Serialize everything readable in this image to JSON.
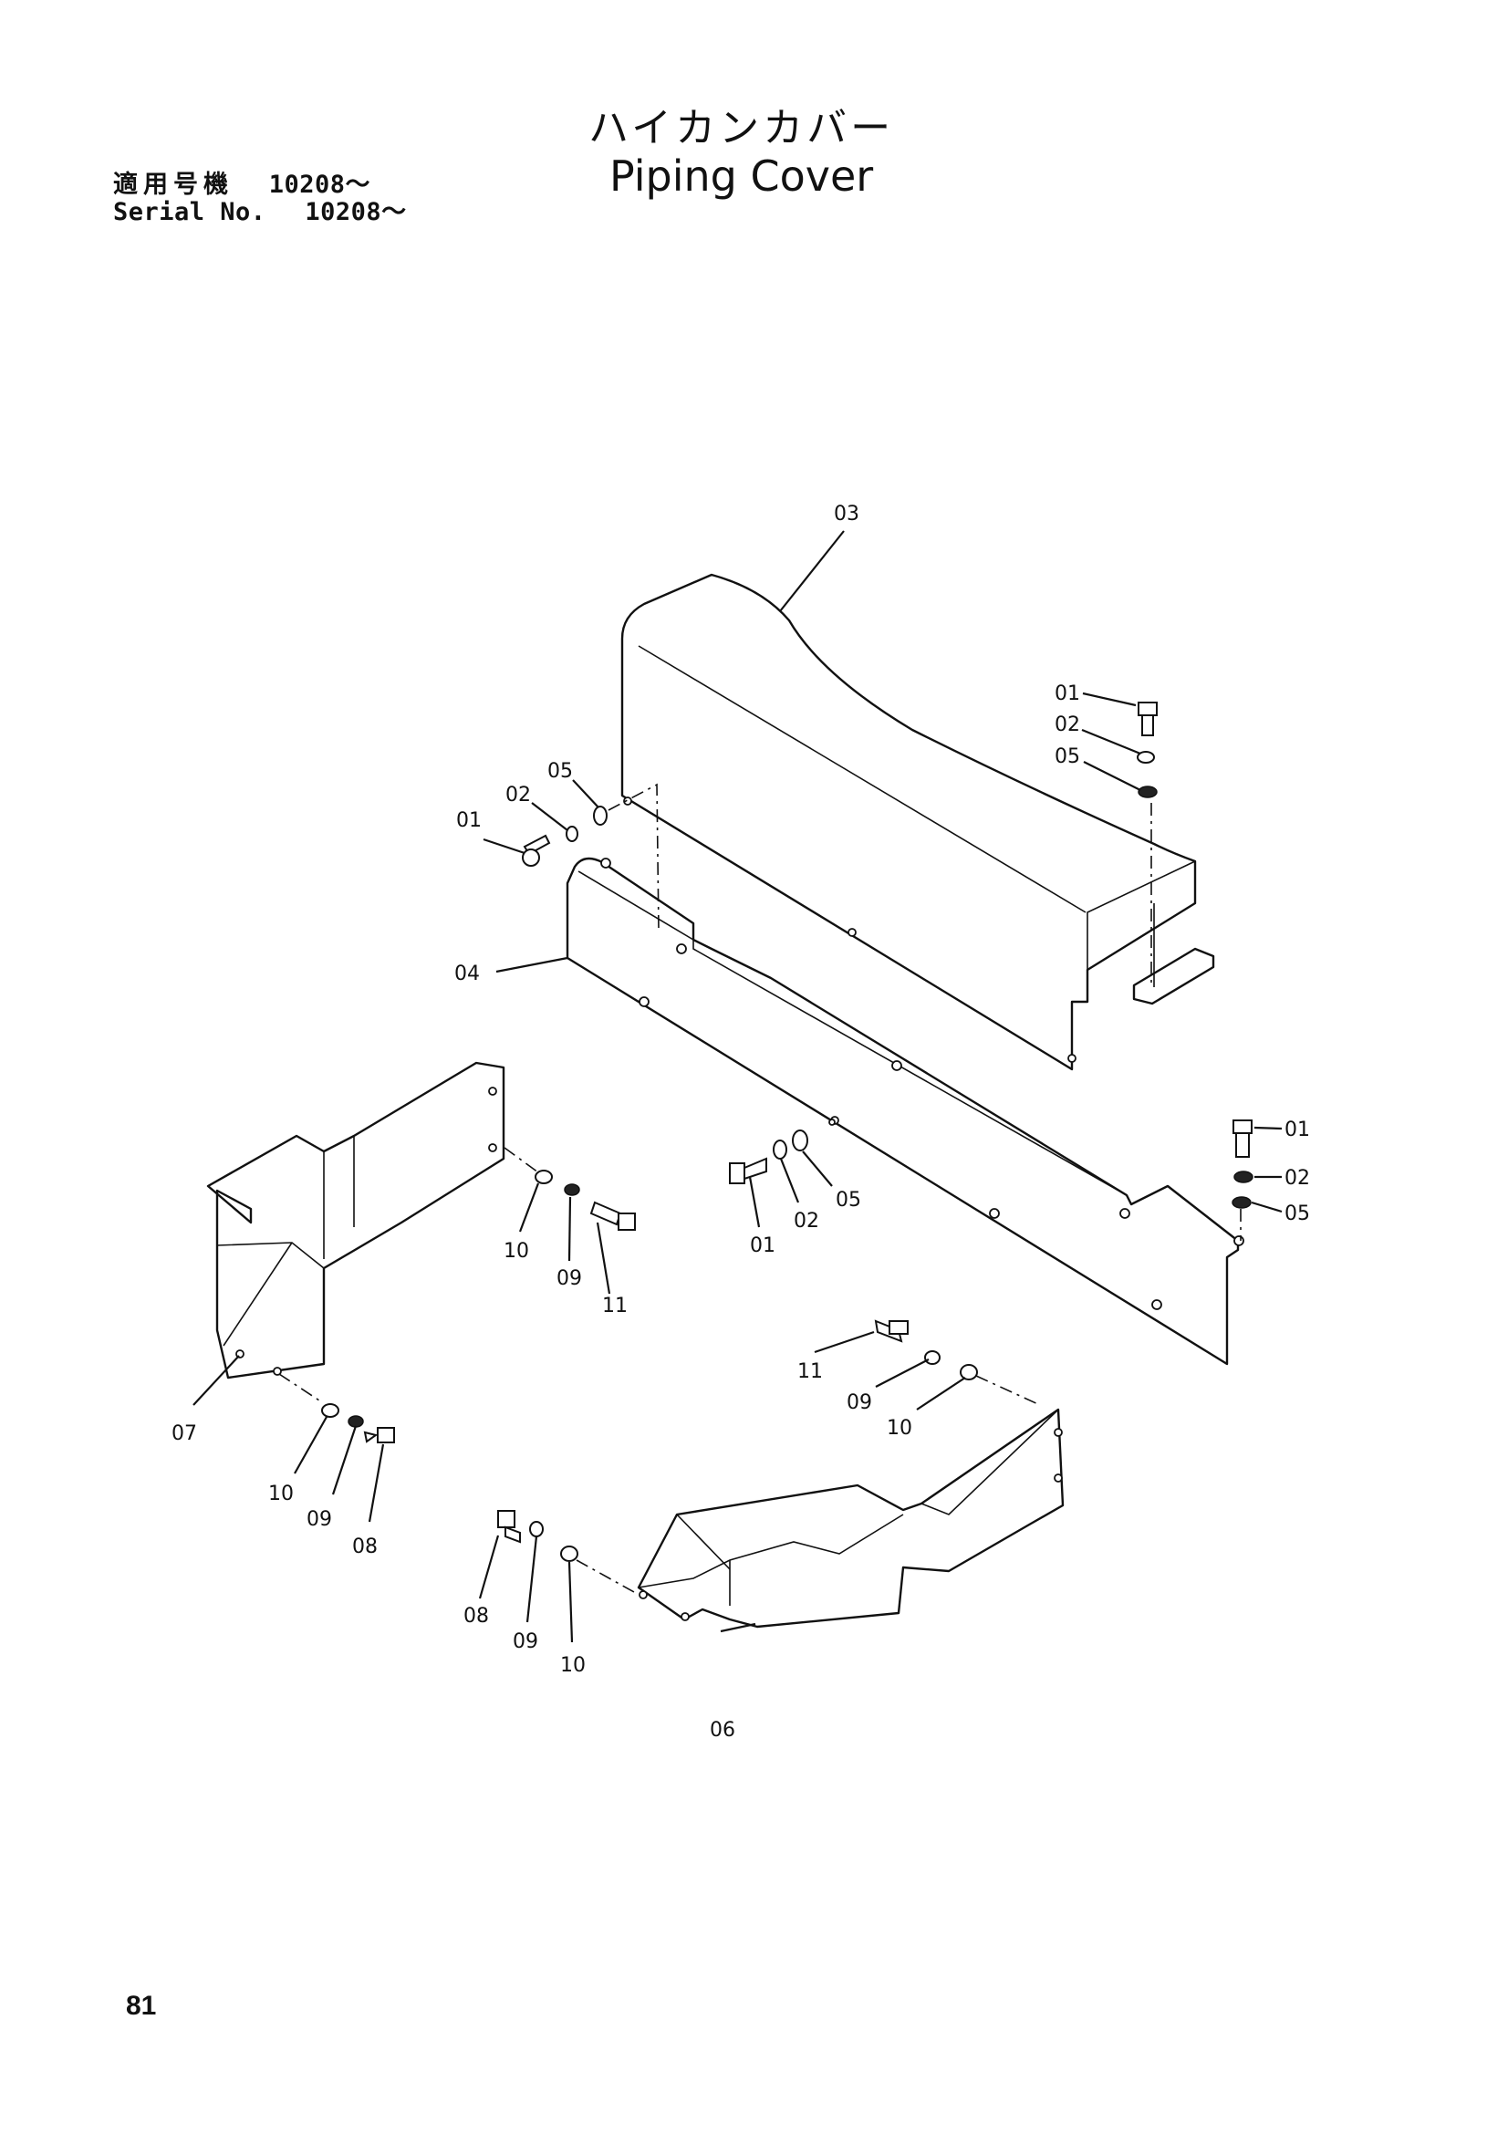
{
  "header": {
    "applicable_label": "適用号機",
    "applicable_value": "10208～",
    "serial_label": "Serial No.",
    "serial_value": "10208～",
    "title_jp": "ハイカンカバー",
    "title_en": "Piping Cover"
  },
  "callouts": {
    "c03": "03",
    "c04": "04",
    "c06": "06",
    "c07": "07",
    "top_left": {
      "c01": "01",
      "c02": "02",
      "c05": "05"
    },
    "top_right": {
      "c01": "01",
      "c02": "02",
      "c05": "05"
    },
    "right": {
      "c01": "01",
      "c02": "02",
      "c05": "05"
    },
    "mid": {
      "c01": "01",
      "c02": "02",
      "c05": "05"
    },
    "plate07_upper": {
      "c10": "10",
      "c09": "09",
      "c11": "11"
    },
    "plate07_lower": {
      "c10": "10",
      "c09": "09",
      "c08": "08"
    },
    "plate06_upper": {
      "c11": "11",
      "c09": "09",
      "c10": "10"
    },
    "plate06_lower": {
      "c08": "08",
      "c09": "09",
      "c10": "10"
    }
  },
  "footer": {
    "page_number": "81"
  }
}
